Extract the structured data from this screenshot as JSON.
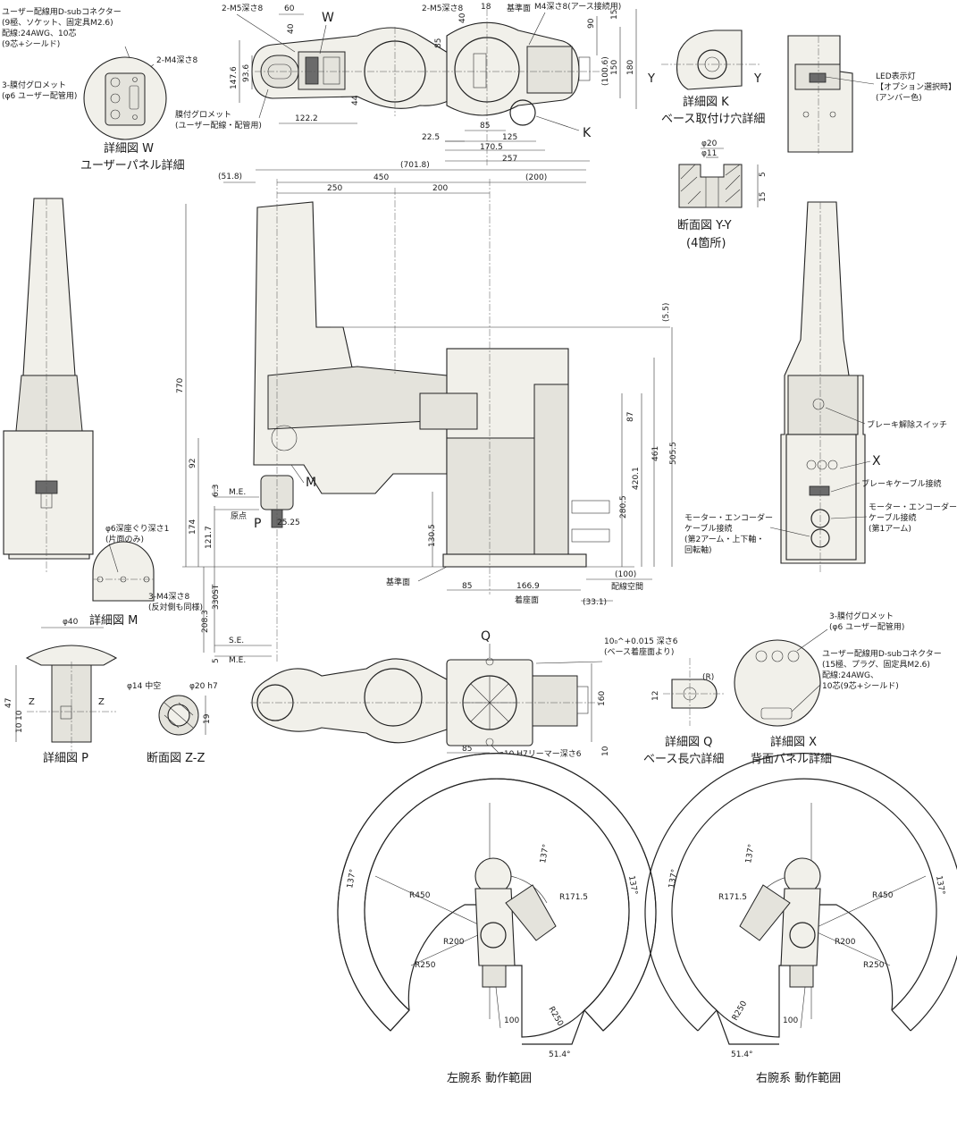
{
  "detail_w": {
    "dsub_lines": [
      "ユーザー配線用D-subコネクター",
      "(9極、ソケット、固定具M2.6)",
      "配線:24AWG、10芯",
      "(9芯+シールド)"
    ],
    "m4": "2-M4深さ8",
    "grommet_lines": [
      "3-膜付グロメット",
      "(φ6 ユーザー配管用)"
    ],
    "title": "詳細図 W",
    "subtitle": "ユーザーパネル詳細"
  },
  "top_view": {
    "m5a": "2-M5深さ8",
    "d60": "60",
    "d40a": "40",
    "w_label": "W",
    "d1476": "147.6",
    "d936": "93.6",
    "d44": "44",
    "d1222": "122.2",
    "grommet_lines": [
      "膜付グロメット",
      "(ユーザー配線・配管用)"
    ],
    "m5b": "2-M5深さ8",
    "d40b": "40",
    "d18": "18",
    "ref": "基準面",
    "m4earth": "M4深さ8(アース接続用)",
    "d85v": "85",
    "d90": "90",
    "d15": "15",
    "d1006": "(100.6)",
    "d150": "150",
    "d180": "180",
    "d225": "22.5",
    "d85h": "85",
    "d125": "125",
    "d1705": "170.5",
    "d257": "257",
    "k_label": "K"
  },
  "detail_k": {
    "y1": "Y",
    "y2": "Y",
    "title": "詳細図 K",
    "subtitle": "ベース取付け穴詳細"
  },
  "section_yy": {
    "d20": "φ20",
    "d11": "φ11",
    "d5": "5",
    "d15": "15",
    "title": "断面図 Y-Y",
    "subtitle": "(4箇所)"
  },
  "led": {
    "lines": [
      "LED表示灯",
      "【オプション選択時】",
      "(アンバー色)"
    ]
  },
  "front_view": {
    "d518": "(51.8)",
    "d7018": "(701.8)",
    "d450": "450",
    "d250": "250",
    "d200": "200",
    "d200p": "(200)",
    "d55": "(5.5)",
    "d770": "770",
    "d87": "87",
    "d4201": "420.1",
    "d461": "461",
    "d5055": "505.5",
    "d2805": "280.5",
    "d1305": "130.5",
    "d92": "92",
    "d63": "6.3",
    "d174": "174",
    "d1217": "121.7",
    "me": "M.E.",
    "origin": "原点",
    "p_label": "P",
    "m_label": "M",
    "d2525": "25.25",
    "d330": "330ST",
    "d2083": "208.3",
    "se": "S.E.",
    "me2": "M.E.",
    "d5": "5",
    "ref": "基準面",
    "d85": "85",
    "d1669": "166.9",
    "seat": "着座面",
    "d331": "(33.1)",
    "d100": "(100)",
    "space": "配線空間"
  },
  "detail_m": {
    "cb_lines": [
      "φ6深座ぐり深さ1",
      "(片面のみ)"
    ],
    "m4_lines": [
      "3-M4深さ8",
      "(反対側も同様)"
    ],
    "title": "詳細図 M"
  },
  "right_view": {
    "brake_release": "ブレーキ解除スイッチ",
    "x_label": "X",
    "brake_cable": "ブレーキケーブル接続",
    "motor2_lines": [
      "モーター・エンコーダー",
      "ケーブル接続",
      "(第2アーム・上下軸・",
      "回転軸)"
    ],
    "motor1_lines": [
      "モーター・エンコーダー",
      "ケーブル接続",
      "(第1アーム)"
    ]
  },
  "detail_p": {
    "d40": "φ40",
    "d47": "47",
    "d10a": "10",
    "d10b": "10",
    "z1": "Z",
    "z2": "Z",
    "title": "詳細図 P"
  },
  "section_zz": {
    "d14": "φ14 中空",
    "d20": "φ20 h7",
    "d19": "19",
    "title": "断面図 Z-Z"
  },
  "bottom_view": {
    "q_label": "Q",
    "d85": "85",
    "d160": "160",
    "d10": "10",
    "reamer": "φ10 H7リーマー深さ6",
    "tol_lines": [
      "10₀^+0.015 深さ6",
      "(ベース着座面より)"
    ]
  },
  "detail_q": {
    "d12": "12",
    "r": "(R)",
    "title": "詳細図 Q",
    "subtitle": "ベース長穴詳細"
  },
  "detail_x": {
    "grommet_lines": [
      "3-膜付グロメット",
      "(φ6 ユーザー配管用)"
    ],
    "dsub_lines": [
      "ユーザー配線用D-subコネクター",
      "(15極、プラグ、固定具M2.6)",
      "配線:24AWG、",
      "10芯(9芯+シールド)"
    ],
    "title": "詳細図 X",
    "subtitle": "背面パネル詳細"
  },
  "range_left": {
    "a1": "137°",
    "a2": "137°",
    "a3": "137°",
    "r450": "R450",
    "r1715": "R171.5",
    "r200": "R200",
    "r250a": "R250",
    "r250b": "R250",
    "d100": "100",
    "a514": "51.4°",
    "title": "左腕系 動作範囲"
  },
  "range_right": {
    "a1": "137°",
    "a2": "137°",
    "a3": "137°",
    "r450": "R450",
    "r1715": "R171.5",
    "r200": "R200",
    "r250a": "R250",
    "r250b": "R250",
    "d100": "100",
    "a514": "51.4°",
    "title": "右腕系 動作範囲"
  }
}
